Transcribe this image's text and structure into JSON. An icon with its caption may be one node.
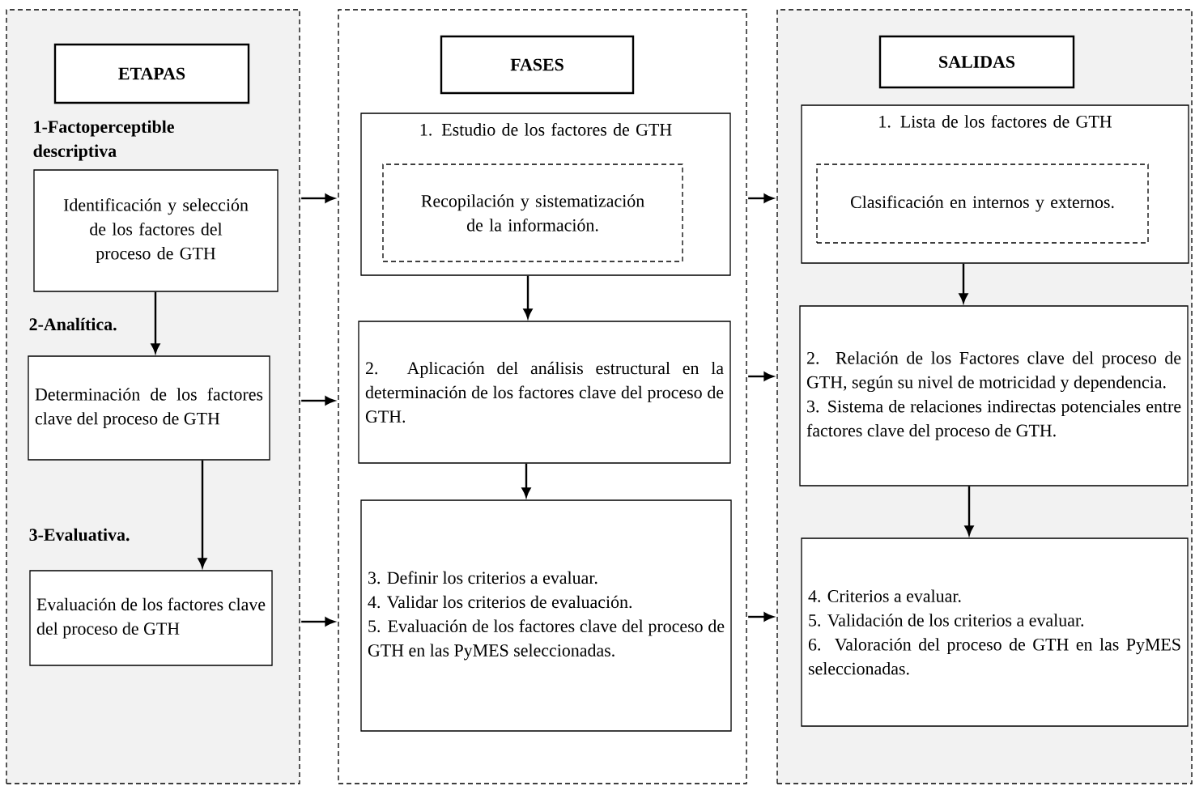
{
  "diagram": {
    "nodes": [
      {
        "text": [],
        "shape": "box"
      },
      {
        "text": [
          "ETAPAS"
        ],
        "in": 0
      },
      {
        "text": [
          "1-Factoperceptible descriptiva",
          "Identificación y selección de los factores del proceso de GTH"
        ],
        "in": 0
      },
      {
        "text": [
          "2-Analítica.",
          "Determinación de los factores clave del proceso de GTH"
        ],
        "in": 0
      },
      {
        "text": [
          "3-Evaluativa.",
          "Evaluación de los factores clave del proceso de GTH"
        ],
        "in": 0
      },
      {
        "text": [],
        "shape": "box"
      },
      {
        "text": [
          "FASES"
        ],
        "in": 5
      },
      {
        "text": [
          "1. Estudio de los factores de GTH"
        ],
        "in": 5
      },
      {
        "text": [
          "Recopilación y sistematización de la información."
        ],
        "in": 7
      },
      {
        "text": [
          "2. Aplicación del análisis estructural en la determinación de los factores clave del proceso de GTH."
        ],
        "in": 5
      },
      {
        "text": [
          "3. Definir los criterios a evaluar.",
          "4. Validar los criterios de evaluación.",
          "5. Evaluación de los factores clave del proceso de GTH en las PyMES seleccionadas."
        ],
        "in": 5
      },
      {
        "text": [],
        "shape": "box"
      },
      {
        "text": [
          "SALIDAS"
        ],
        "in": 11
      },
      {
        "text": [
          "1. Lista de los factores de GTH"
        ],
        "in": 11
      },
      {
        "text": [
          "Clasificación en internos y externos."
        ],
        "in": 13
      },
      {
        "text": [
          "2. Relación de los Factores clave del proceso de GTH, según su nivel de motricidad y dependencia.",
          "3. Sistema de relaciones indirectas potenciales entre factores clave del proceso de GTH."
        ],
        "in": 11
      },
      {
        "text": [
          "4. Criterios a evaluar.",
          "5. Validación de los criterios a evaluar.",
          "6. Valoración del proceso de GTH en las PyMES seleccionadas."
        ],
        "in": 11
      }
    ],
    "edges": [
      {
        "from": 2,
        "to": 3,
        "arrow": "to"
      },
      {
        "from": 3,
        "to": 4,
        "arrow": "to"
      },
      {
        "from": 0,
        "to": 5,
        "arrow": "to"
      },
      {
        "from": 0,
        "to": 5,
        "arrow": "to"
      },
      {
        "from": 0,
        "to": 5,
        "arrow": "to"
      },
      {
        "from": 7,
        "to": 9,
        "arrow": "to"
      },
      {
        "from": 9,
        "to": 10,
        "arrow": "to"
      },
      {
        "from": 5,
        "to": 11,
        "arrow": "to"
      },
      {
        "from": 5,
        "to": 11,
        "arrow": "to"
      },
      {
        "from": 5,
        "to": 11,
        "arrow": "to"
      },
      {
        "from": 13,
        "to": 15,
        "arrow": "to"
      },
      {
        "from": 15,
        "to": 16,
        "arrow": "to"
      }
    ]
  }
}
